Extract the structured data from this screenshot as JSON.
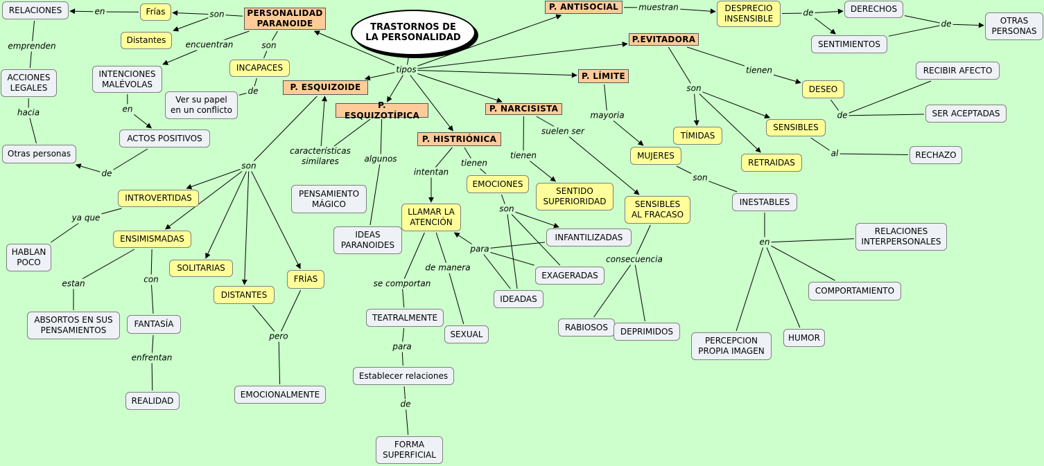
{
  "diagram": {
    "nodes": [
      {
        "id": "root",
        "text": "TRASTORNOS DE\nLA PERSONALIDAD",
        "style": "root"
      },
      {
        "id": "paranoide",
        "text": "PERSONALIDAD\nPARANOIDE",
        "style": "type"
      },
      {
        "id": "antisocial",
        "text": "P. ANTISOCIAL",
        "style": "type"
      },
      {
        "id": "evitadora",
        "text": "P.EVITADORA",
        "style": "type"
      },
      {
        "id": "limite",
        "text": "P. LÍMITE",
        "style": "type"
      },
      {
        "id": "narcisista",
        "text": "P. NARCISISTA",
        "style": "type"
      },
      {
        "id": "histrionica",
        "text": "P. HISTRIÓNICA",
        "style": "type"
      },
      {
        "id": "esquizotipica",
        "text": "P. ESQUIZOTÍPICA",
        "style": "type"
      },
      {
        "id": "esquizoide",
        "text": "P. ESQUIZOIDE",
        "style": "type"
      },
      {
        "id": "frias1",
        "text": "Frías",
        "style": "yellow"
      },
      {
        "id": "distantes1",
        "text": "Distantes",
        "style": "yellow"
      },
      {
        "id": "relaciones",
        "text": "RELACIONES",
        "style": "concept"
      },
      {
        "id": "acciones",
        "text": "ACCIONES\nLEGALES",
        "style": "concept"
      },
      {
        "id": "otras_personas",
        "text": "Otras personas",
        "style": "concept"
      },
      {
        "id": "intenciones",
        "text": "INTENCIONES\nMALÉVOLAS",
        "style": "concept"
      },
      {
        "id": "actos",
        "text": "ACTOS POSITIVOS",
        "style": "concept"
      },
      {
        "id": "incapaces",
        "text": "INCAPACES",
        "style": "yellow"
      },
      {
        "id": "papel",
        "text": "Ver su papel\nen un conflicto",
        "style": "concept"
      },
      {
        "id": "introvertidas",
        "text": "INTROVERTIDAS",
        "style": "yellow"
      },
      {
        "id": "hablan",
        "text": "HABLAN\nPOCO",
        "style": "concept"
      },
      {
        "id": "ensimismadas",
        "text": "ENSIMISMADAS",
        "style": "yellow"
      },
      {
        "id": "absortos",
        "text": "ABSORTOS EN SUS\nPENSAMIENTOS",
        "style": "concept"
      },
      {
        "id": "fantasia",
        "text": "FANTASÍA",
        "style": "concept"
      },
      {
        "id": "realidad",
        "text": "REALIDAD",
        "style": "concept"
      },
      {
        "id": "solitarias",
        "text": "SOLITARIAS",
        "style": "yellow"
      },
      {
        "id": "distantes2",
        "text": "DISTANTES",
        "style": "yellow"
      },
      {
        "id": "frias2",
        "text": "FRÍAS",
        "style": "yellow"
      },
      {
        "id": "emocionalmente",
        "text": "EMOCIONALMENTE",
        "style": "concept"
      },
      {
        "id": "pensamiento",
        "text": "PENSAMIENTO\nMÁGICO",
        "style": "concept"
      },
      {
        "id": "ideas_paranoides",
        "text": "IDEAS\nPARANOIDES",
        "style": "concept"
      },
      {
        "id": "llamar",
        "text": "LLAMAR LA\nATENCIÓN",
        "style": "yellow"
      },
      {
        "id": "teatralmente",
        "text": "TEATRALMENTE",
        "style": "concept"
      },
      {
        "id": "sexual",
        "text": "SEXUAL",
        "style": "concept"
      },
      {
        "id": "establecer",
        "text": "Establecer relaciones",
        "style": "concept"
      },
      {
        "id": "forma",
        "text": "FORMA\nSUPERFICIAL",
        "style": "concept"
      },
      {
        "id": "emociones",
        "text": "EMOCIONES",
        "style": "yellow"
      },
      {
        "id": "infantilizadas",
        "text": "INFANTILIZADAS",
        "style": "concept"
      },
      {
        "id": "exageradas",
        "text": "EXAGERADAS",
        "style": "concept"
      },
      {
        "id": "ideadas",
        "text": "IDEADAS",
        "style": "concept"
      },
      {
        "id": "sentido",
        "text": "SENTIDO\nSUPERIORIDAD",
        "style": "yellow"
      },
      {
        "id": "sensibles_fracaso",
        "text": "SENSIBLES\nAL FRACASO",
        "style": "yellow"
      },
      {
        "id": "rabiosos",
        "text": "RABIOSOS",
        "style": "concept"
      },
      {
        "id": "deprimidos",
        "text": "DEPRIMIDOS",
        "style": "concept"
      },
      {
        "id": "mujeres",
        "text": "MUJERES",
        "style": "yellow"
      },
      {
        "id": "inestables",
        "text": "INESTABLES",
        "style": "concept"
      },
      {
        "id": "rel_interp",
        "text": "RELACIONES\nINTERPERSONALES",
        "style": "concept"
      },
      {
        "id": "comportamiento",
        "text": "COMPORTAMIENTO",
        "style": "concept"
      },
      {
        "id": "humor",
        "text": "HUMOR",
        "style": "concept"
      },
      {
        "id": "percepcion",
        "text": "PERCEPCION\nPROPIA IMAGEN",
        "style": "concept"
      },
      {
        "id": "timidas",
        "text": "TÍMIDAS",
        "style": "yellow"
      },
      {
        "id": "retraidas",
        "text": "RETRAIDAS",
        "style": "yellow"
      },
      {
        "id": "sensibles",
        "text": "SENSIBLES",
        "style": "yellow"
      },
      {
        "id": "deseo",
        "text": "DESEO",
        "style": "yellow"
      },
      {
        "id": "recibir",
        "text": "RECIBIR AFECTO",
        "style": "concept"
      },
      {
        "id": "aceptadas",
        "text": "SER ACEPTADAS",
        "style": "concept"
      },
      {
        "id": "rechazo",
        "text": "RECHAZO",
        "style": "concept"
      },
      {
        "id": "desprecio",
        "text": "DESPRECIO\nINSENSIBLE",
        "style": "yellow"
      },
      {
        "id": "derechos",
        "text": "DERECHOS",
        "style": "concept"
      },
      {
        "id": "sentimientos",
        "text": "SENTIMIENTOS",
        "style": "concept"
      },
      {
        "id": "otras_personas2",
        "text": "OTRAS\nPERSONAS",
        "style": "concept"
      }
    ],
    "labels": [
      {
        "id": "l_tipos",
        "text": "tipos"
      },
      {
        "id": "l_son_par",
        "text": "son"
      },
      {
        "id": "l_en_frias",
        "text": "en"
      },
      {
        "id": "l_emprenden",
        "text": "emprenden"
      },
      {
        "id": "l_hacia",
        "text": "hacia"
      },
      {
        "id": "l_encuentran",
        "text": "encuentran"
      },
      {
        "id": "l_en_int",
        "text": "en"
      },
      {
        "id": "l_de_actos",
        "text": "de"
      },
      {
        "id": "l_son_inc",
        "text": "son"
      },
      {
        "id": "l_de_papel",
        "text": "de"
      },
      {
        "id": "l_son_esq",
        "text": "son"
      },
      {
        "id": "l_yaque",
        "text": "ya que"
      },
      {
        "id": "l_estan",
        "text": "estan"
      },
      {
        "id": "l_con",
        "text": "con"
      },
      {
        "id": "l_enfrentan",
        "text": "enfrentan"
      },
      {
        "id": "l_pero",
        "text": "pero"
      },
      {
        "id": "l_caract",
        "text": "características\nsimilares"
      },
      {
        "id": "l_algunos",
        "text": "algunos"
      },
      {
        "id": "l_intentan",
        "text": "intentan"
      },
      {
        "id": "l_tienen_h",
        "text": "tienen"
      },
      {
        "id": "l_se_comportan",
        "text": "se comportan"
      },
      {
        "id": "l_de_manera",
        "text": "de manera"
      },
      {
        "id": "l_para_est",
        "text": "para"
      },
      {
        "id": "l_de_forma",
        "text": "de"
      },
      {
        "id": "l_son_emo",
        "text": "son"
      },
      {
        "id": "l_para_emo",
        "text": "para"
      },
      {
        "id": "l_tienen_n",
        "text": "tienen"
      },
      {
        "id": "l_suelen",
        "text": "suelen ser"
      },
      {
        "id": "l_consecuencia",
        "text": "consecuencia"
      },
      {
        "id": "l_mayoria",
        "text": "mayoria"
      },
      {
        "id": "l_son_muj",
        "text": "son"
      },
      {
        "id": "l_en_inest",
        "text": "en"
      },
      {
        "id": "l_son_evit",
        "text": "son"
      },
      {
        "id": "l_tienen_e",
        "text": "tienen"
      },
      {
        "id": "l_de_deseo",
        "text": "de"
      },
      {
        "id": "l_al",
        "text": "al"
      },
      {
        "id": "l_muestran",
        "text": "muestran"
      },
      {
        "id": "l_de_desp",
        "text": "de"
      },
      {
        "id": "l_de_otras",
        "text": "de"
      }
    ]
  }
}
